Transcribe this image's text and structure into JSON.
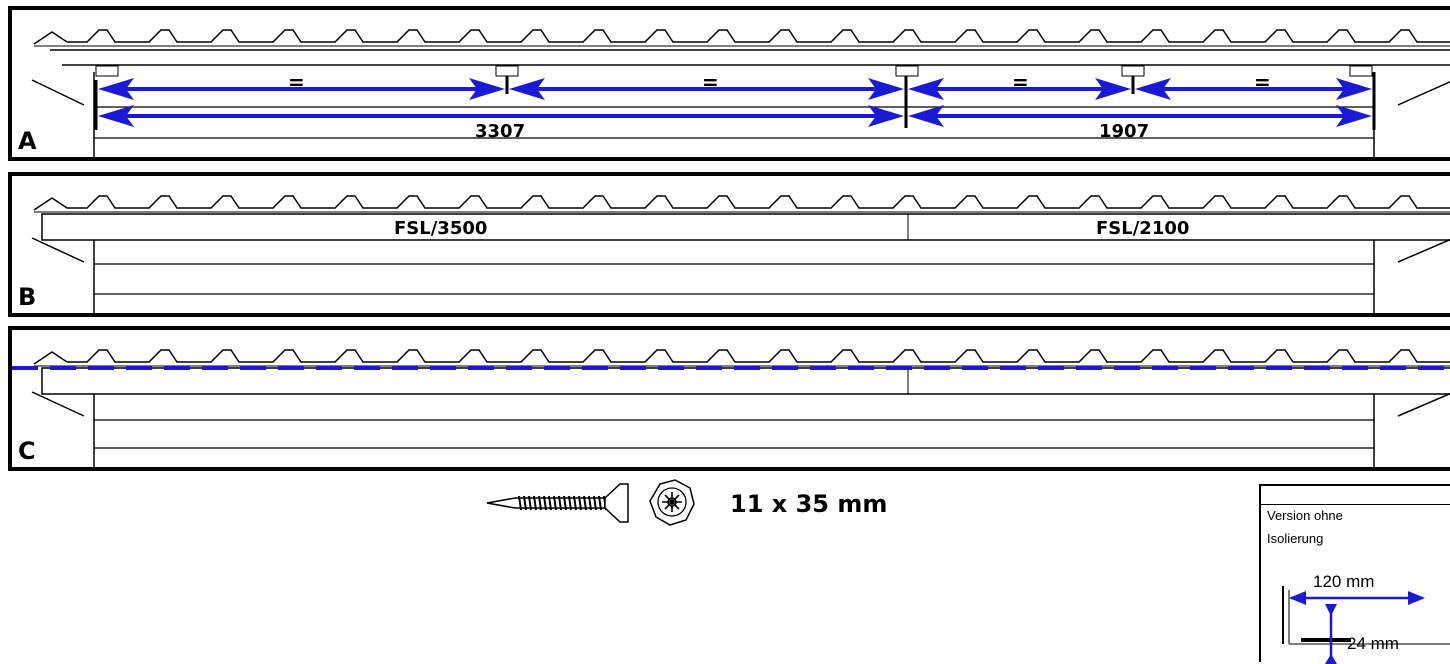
{
  "panels": [
    {
      "letter": "A"
    },
    {
      "letter": "B"
    },
    {
      "letter": "C"
    }
  ],
  "panel_a": {
    "equal_marks": [
      "=",
      "=",
      "=",
      "="
    ],
    "dim_left": "3307",
    "dim_right": "1907"
  },
  "panel_b": {
    "profile_left": "FSL/3500",
    "profile_right": "FSL/2100"
  },
  "screw": {
    "spec": "11 x 35 mm",
    "drive_icon": "torx-drive-icon"
  },
  "inset": {
    "label_line1": "Version ohne",
    "label_line2": "Isolierung",
    "dim_width": "120 mm",
    "dim_height": "24 mm"
  },
  "colors": {
    "dimension": "#1a1ad6",
    "outline": "#000000"
  }
}
